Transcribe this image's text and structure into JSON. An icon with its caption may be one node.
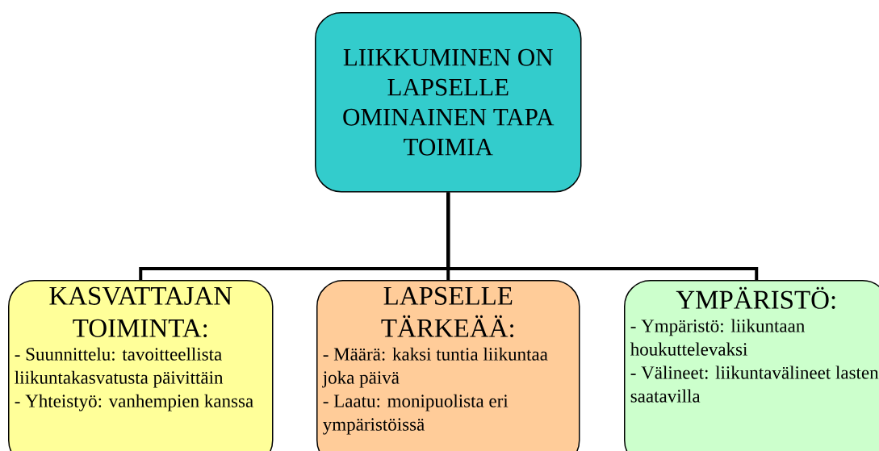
{
  "diagram": {
    "nodes": [
      {
        "text": [
          "LIIKKUMINEN ON LAPSELLE OMINAINEN TAPA TOIMIA"
        ]
      },
      {
        "text": [
          "KASVATTAJAN TOIMINTA:",
          "- Suunnittelu: tavoitteellista liikuntakasvatusta päivittäin",
          "- Yhteistyö: vanhempien kanssa"
        ]
      },
      {
        "text": [
          "LAPSELLE TÄRKEÄÄ:",
          "- Määrä: kaksi tuntia liikuntaa joka päivä",
          "- Laatu: monipuolista eri ympäristöissä"
        ]
      },
      {
        "text": [
          "YMPÄRISTÖ:",
          "- Ympäristö: liikuntaan houkuttelevaksi",
          "- Välineet: liikuntavälineet lasten saatavilla"
        ]
      }
    ],
    "edges": [
      {
        "from": 0,
        "to": 1,
        "arrow": "none"
      },
      {
        "from": 0,
        "to": 2,
        "arrow": "none"
      },
      {
        "from": 0,
        "to": 3,
        "arrow": "none"
      }
    ]
  }
}
